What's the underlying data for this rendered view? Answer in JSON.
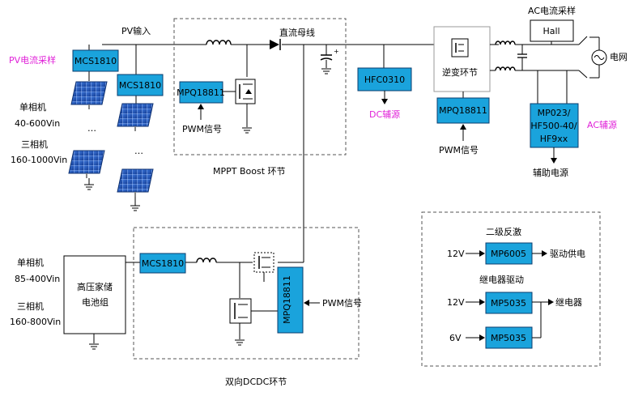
{
  "labels": {
    "pv_input": "PV输入",
    "dc_bus": "直流母线",
    "pv_current_sampling": "PV电流采样",
    "single_phase_top": "单相机",
    "single_phase_top_range": "40-600Vin",
    "three_phase_top": "三相机",
    "three_phase_top_range": "160-1000Vin",
    "mppt_stage": "MPPT Boost 环节",
    "pwm_signal_1": "PWM信号",
    "pwm_signal_2": "PWM信号",
    "pwm_signal_3": "PWM信号",
    "dc_aux_power": "DC辅源",
    "inverter_stage": "逆变环节",
    "ac_current_sampling": "AC电流采样",
    "hall": "Hall",
    "grid": "电网",
    "ac_aux_power": "AC辅源",
    "aux_power": "辅助电源",
    "single_phase_bottom": "单相机",
    "single_phase_bottom_range": "85-400Vin",
    "three_phase_bottom": "三相机",
    "three_phase_bottom_range": "160-800Vin",
    "hv_battery_1": "高压家储",
    "hv_battery_2": "电池组",
    "bidirectional_dcdc": "双向DCDC环节",
    "secondary_flyback": "二级反激",
    "relay_drive": "继电器驱动",
    "v12_a": "12V",
    "v12_b": "12V",
    "v6": "6V",
    "drive_supply": "驱动供电",
    "relay": "继电器",
    "dots": "…"
  },
  "chips": {
    "mcs1810_a": "MCS1810",
    "mcs1810_b": "MCS1810",
    "mcs1810_c": "MCS1810",
    "mpq18811_a": "MPQ18811",
    "mpq18811_b": "MPQ18811",
    "mpq18811_c": "MPQ18811",
    "hfc0310": "HFC0310",
    "mp023_l1": "MP023/",
    "mp023_l2": "HF500-40/",
    "mp023_l3": "HF9xx",
    "mp6005": "MP6005",
    "mp5035_a": "MP5035",
    "mp5035_b": "MP5035"
  },
  "colors": {
    "chip_fill": "#1aa3dc",
    "accent_magenta": "#e020d8",
    "panel_blue": "#1f4fa8"
  },
  "icons": [
    "solar-panel-icon",
    "inductor-icon",
    "diode-icon",
    "capacitor-icon",
    "mosfet-icon",
    "ground-icon",
    "ac-source-icon",
    "switch-icon",
    "inverter-bridge-icon"
  ]
}
